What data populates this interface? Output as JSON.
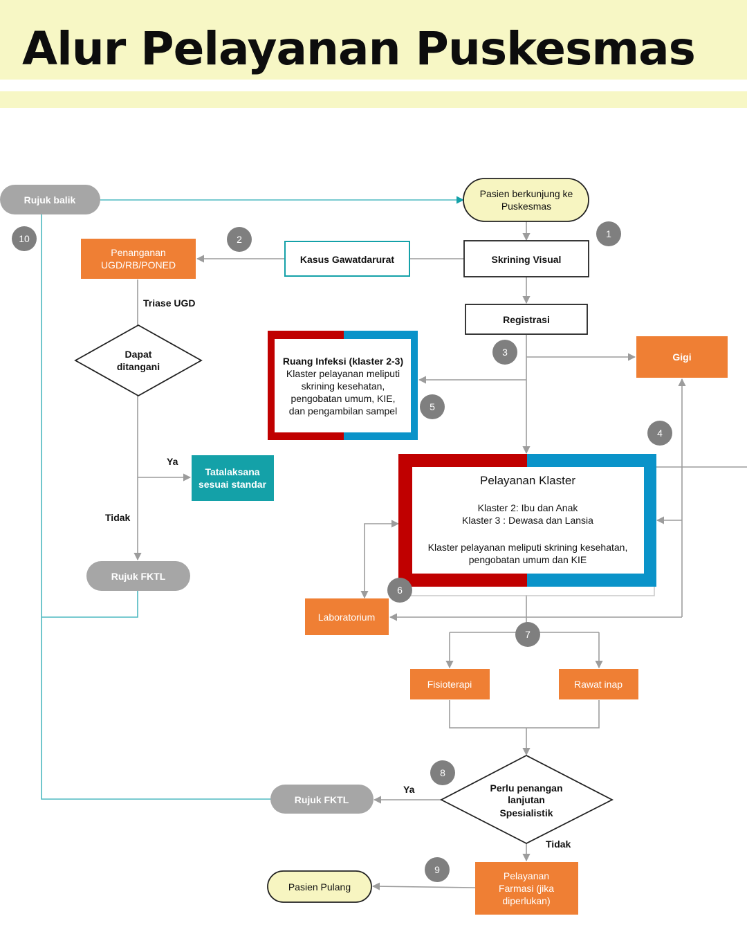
{
  "title": "Alur Pelayanan Puskesmas",
  "colors": {
    "header_bg": "#f7f7c5",
    "orange": "#ef7f34",
    "teal": "#14a1a8",
    "gray_pill": "#a6a6a6",
    "step_circle": "#7f7f7f",
    "red": "#c00000",
    "blue": "#0a93c9",
    "start_end_fill": "#f7f5c1",
    "connector": "#9c9c9c",
    "return_line": "#4db8c0"
  },
  "nodes": {
    "rujuk_balik": "Rujuk balik",
    "pasien_berkunjung": [
      "Pasien berkunjung ke",
      "Puskesmas"
    ],
    "skrining_visual": "Skrining Visual",
    "kasus_gawatdarurat": "Kasus Gawatdarurat",
    "penanganan_ugd": [
      "Penanganan",
      "UGD/RB/PONED"
    ],
    "registrasi": "Registrasi",
    "gigi": "Gigi",
    "ruang_infeksi_title": "Ruang Infeksi (klaster 2-3)",
    "ruang_infeksi_body": [
      "Klaster pelayanan meliputi",
      "skrining  kesehatan,",
      "pengobatan umum, KIE,",
      "dan pengambilan sampel"
    ],
    "dapat_ditangani": [
      "Dapat",
      "ditangani"
    ],
    "tatalaksana": [
      "Tatalaksana",
      "sesuai standar"
    ],
    "rujuk_fktl_top": "Rujuk FKTL",
    "pelayanan_klaster_title": "Pelayanan Klaster",
    "pelayanan_klaster_body": [
      "Klaster 2: Ibu dan Anak",
      "Klaster 3 : Dewasa dan Lansia",
      "",
      "Klaster pelayanan meliputi skrining kesehatan,",
      "pengobatan umum dan KIE"
    ],
    "laboratorium": "Laboratorium",
    "fisioterapi": "Fisioterapi",
    "rawat_inap": "Rawat inap",
    "perlu_penanganan": [
      "Perlu penangan",
      "lanjutan",
      "Spesialistik"
    ],
    "rujuk_fktl_bottom": "Rujuk FKTL",
    "pasien_pulang": "Pasien Pulang",
    "pelayanan_farmasi": [
      "Pelayanan",
      "Farmasi (jika",
      "diperlukan)"
    ]
  },
  "edge_labels": {
    "triase_ugd": "Triase UGD",
    "ya_1": "Ya",
    "tidak_1": "Tidak",
    "ya_2": "Ya",
    "tidak_2": "Tidak"
  },
  "steps": [
    "1",
    "2",
    "3",
    "4",
    "5",
    "6",
    "7",
    "8",
    "9",
    "10"
  ]
}
